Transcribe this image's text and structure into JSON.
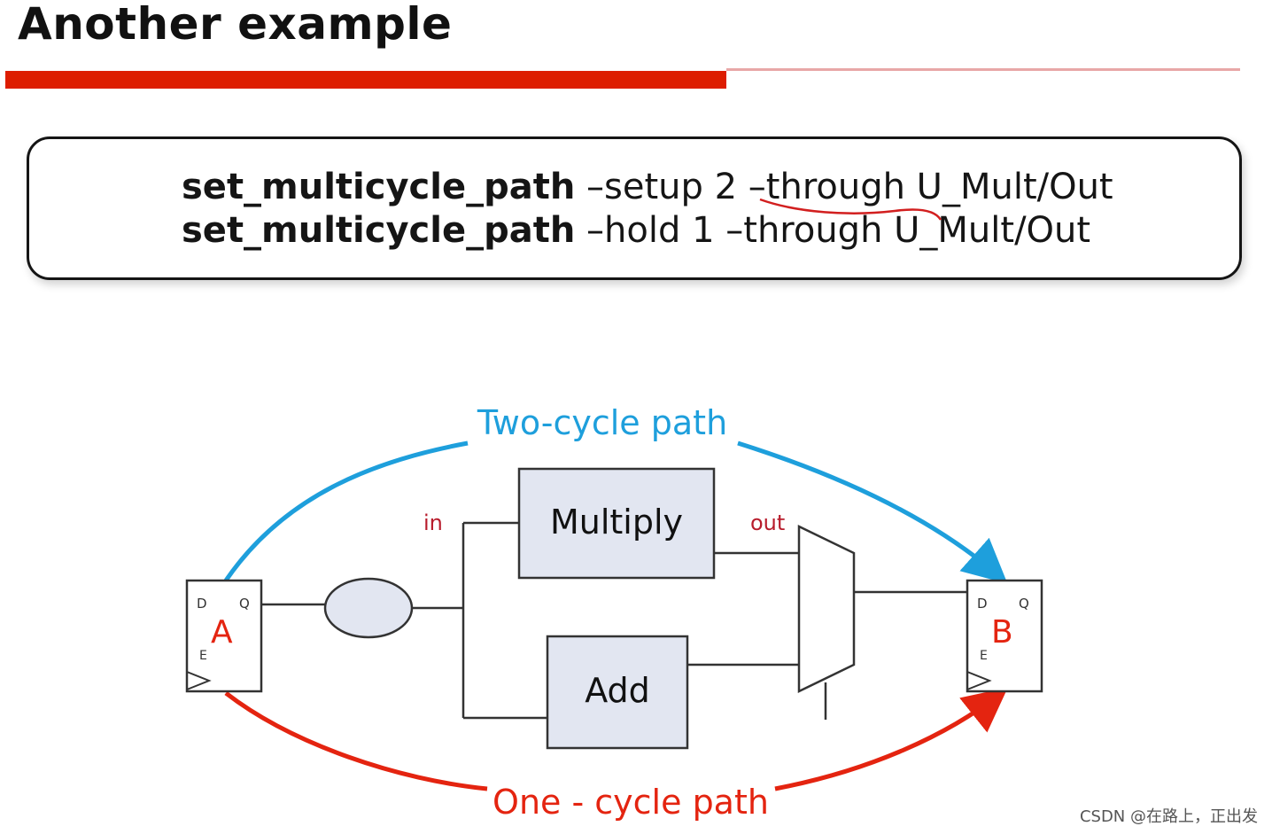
{
  "slide": {
    "title": "Another example",
    "accent_color": "#dd1d00"
  },
  "commands": [
    {
      "keyword": "set_multicycle_path",
      "args": "–setup 2 –through U_Mult/Out"
    },
    {
      "keyword": "set_multicycle_path",
      "args": "–hold 1 –through U_Mult/Out"
    }
  ],
  "diagram": {
    "two_cycle_label": "Two-cycle path",
    "two_cycle_color": "#1e9fdc",
    "one_cycle_label": "One - cycle path",
    "one_cycle_color": "#e42410",
    "in_label": "in",
    "out_label": "out",
    "pin_label_color": "#b81c2c",
    "multiply_label": "Multiply",
    "add_label": "Add",
    "block_fill": "#e2e6f1",
    "flop_a": {
      "name": "A",
      "pin_d": "D",
      "pin_q": "Q",
      "pin_e": "E"
    },
    "flop_b": {
      "name": "B",
      "pin_d": "D",
      "pin_q": "Q",
      "pin_e": "E"
    }
  },
  "watermark": "CSDN @在路上，正出发"
}
